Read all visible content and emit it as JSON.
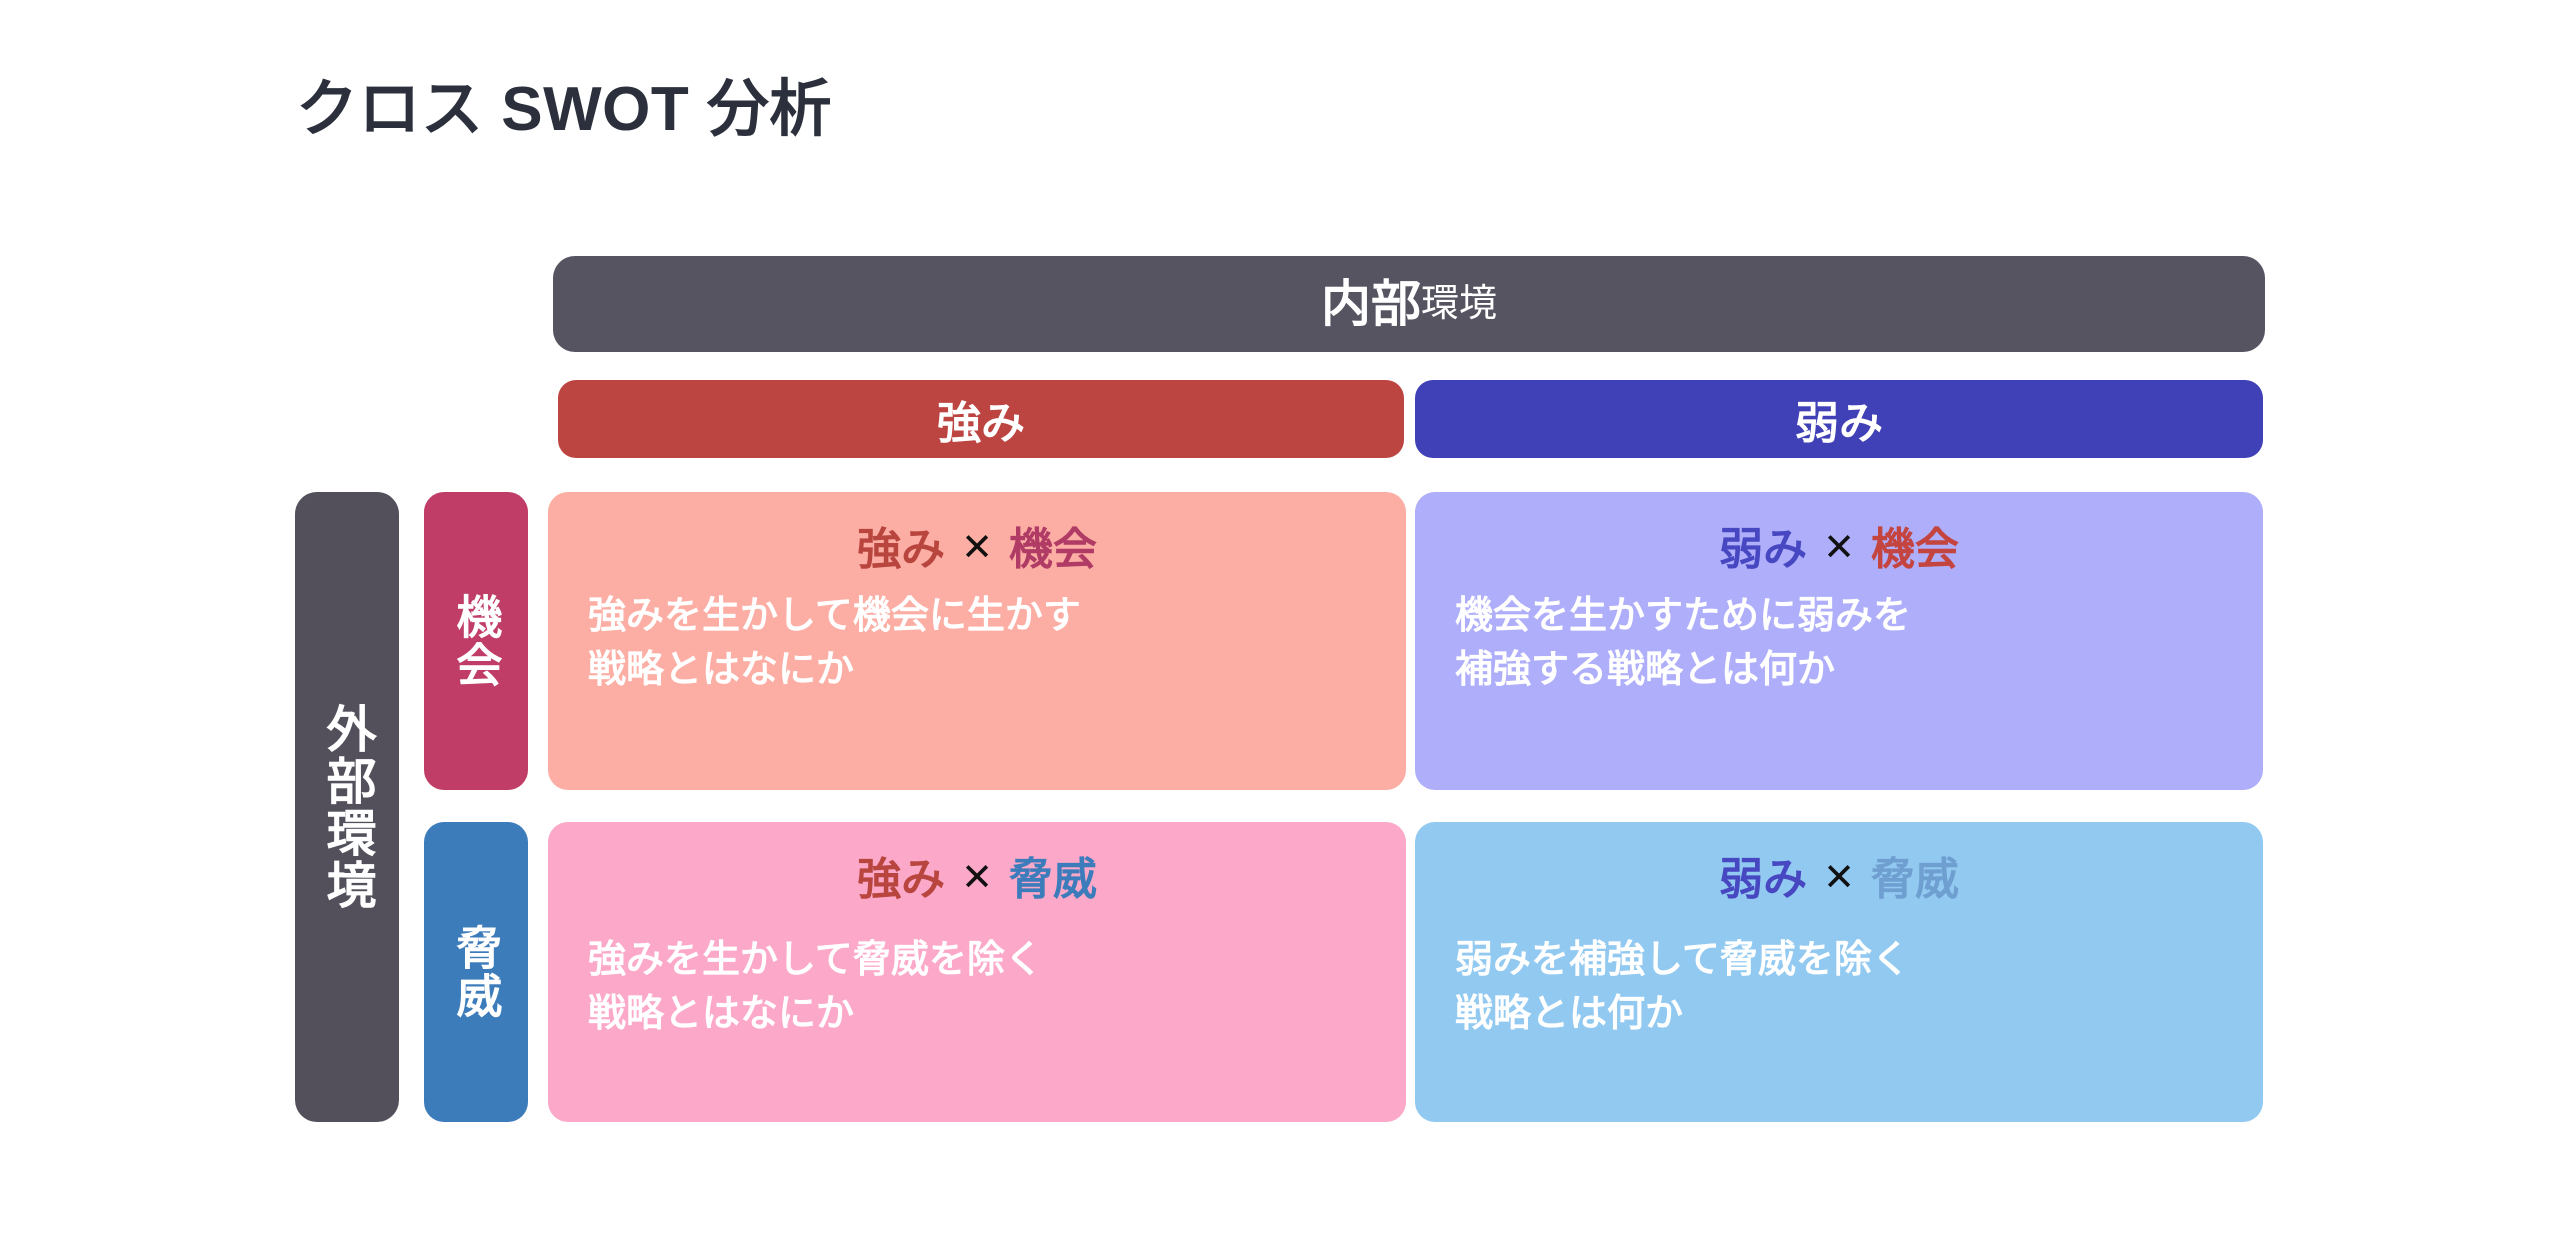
{
  "title": "クロス SWOT 分析",
  "axes": {
    "internal": {
      "primary": "内部",
      "secondary": "環境"
    },
    "external": {
      "label": "外部環境"
    }
  },
  "columns": [
    {
      "key": "strength",
      "label": "強み",
      "color": "#bc4441"
    },
    {
      "key": "weakness",
      "label": "弱み",
      "color": "#4040b7"
    }
  ],
  "rows": [
    {
      "key": "opportunity",
      "label": "機会",
      "color": "#bf3d67"
    },
    {
      "key": "threat",
      "label": "脅威",
      "color": "#3d7cba"
    }
  ],
  "cross_mark": "✕",
  "cells": {
    "so": {
      "head_left": "強み",
      "head_right": "機会",
      "body": "強みを生かして機会に生かす\n戦略とはなにか",
      "background": "#fcaea4"
    },
    "wo": {
      "head_left": "弱み",
      "head_right": "機会",
      "body": "機会を生かすために弱みを\n補強する戦略とは何か",
      "background": "#aeaefa"
    },
    "st": {
      "head_left": "強み",
      "head_right": "脅威",
      "body": "強みを生かして脅威を除く\n戦略とはなにか",
      "background": "#fba8c9"
    },
    "wt": {
      "head_left": "弱み",
      "head_right": "脅威",
      "body": "弱みを補強して脅威を除く\n戦略とは何か",
      "background": "#92c9f1"
    }
  },
  "colors": {
    "title_text": "#2b303c",
    "internal_banner": "#575461",
    "external_banner": "#53505c",
    "body_text": "#ffffff",
    "cross_mark": "#111111"
  }
}
